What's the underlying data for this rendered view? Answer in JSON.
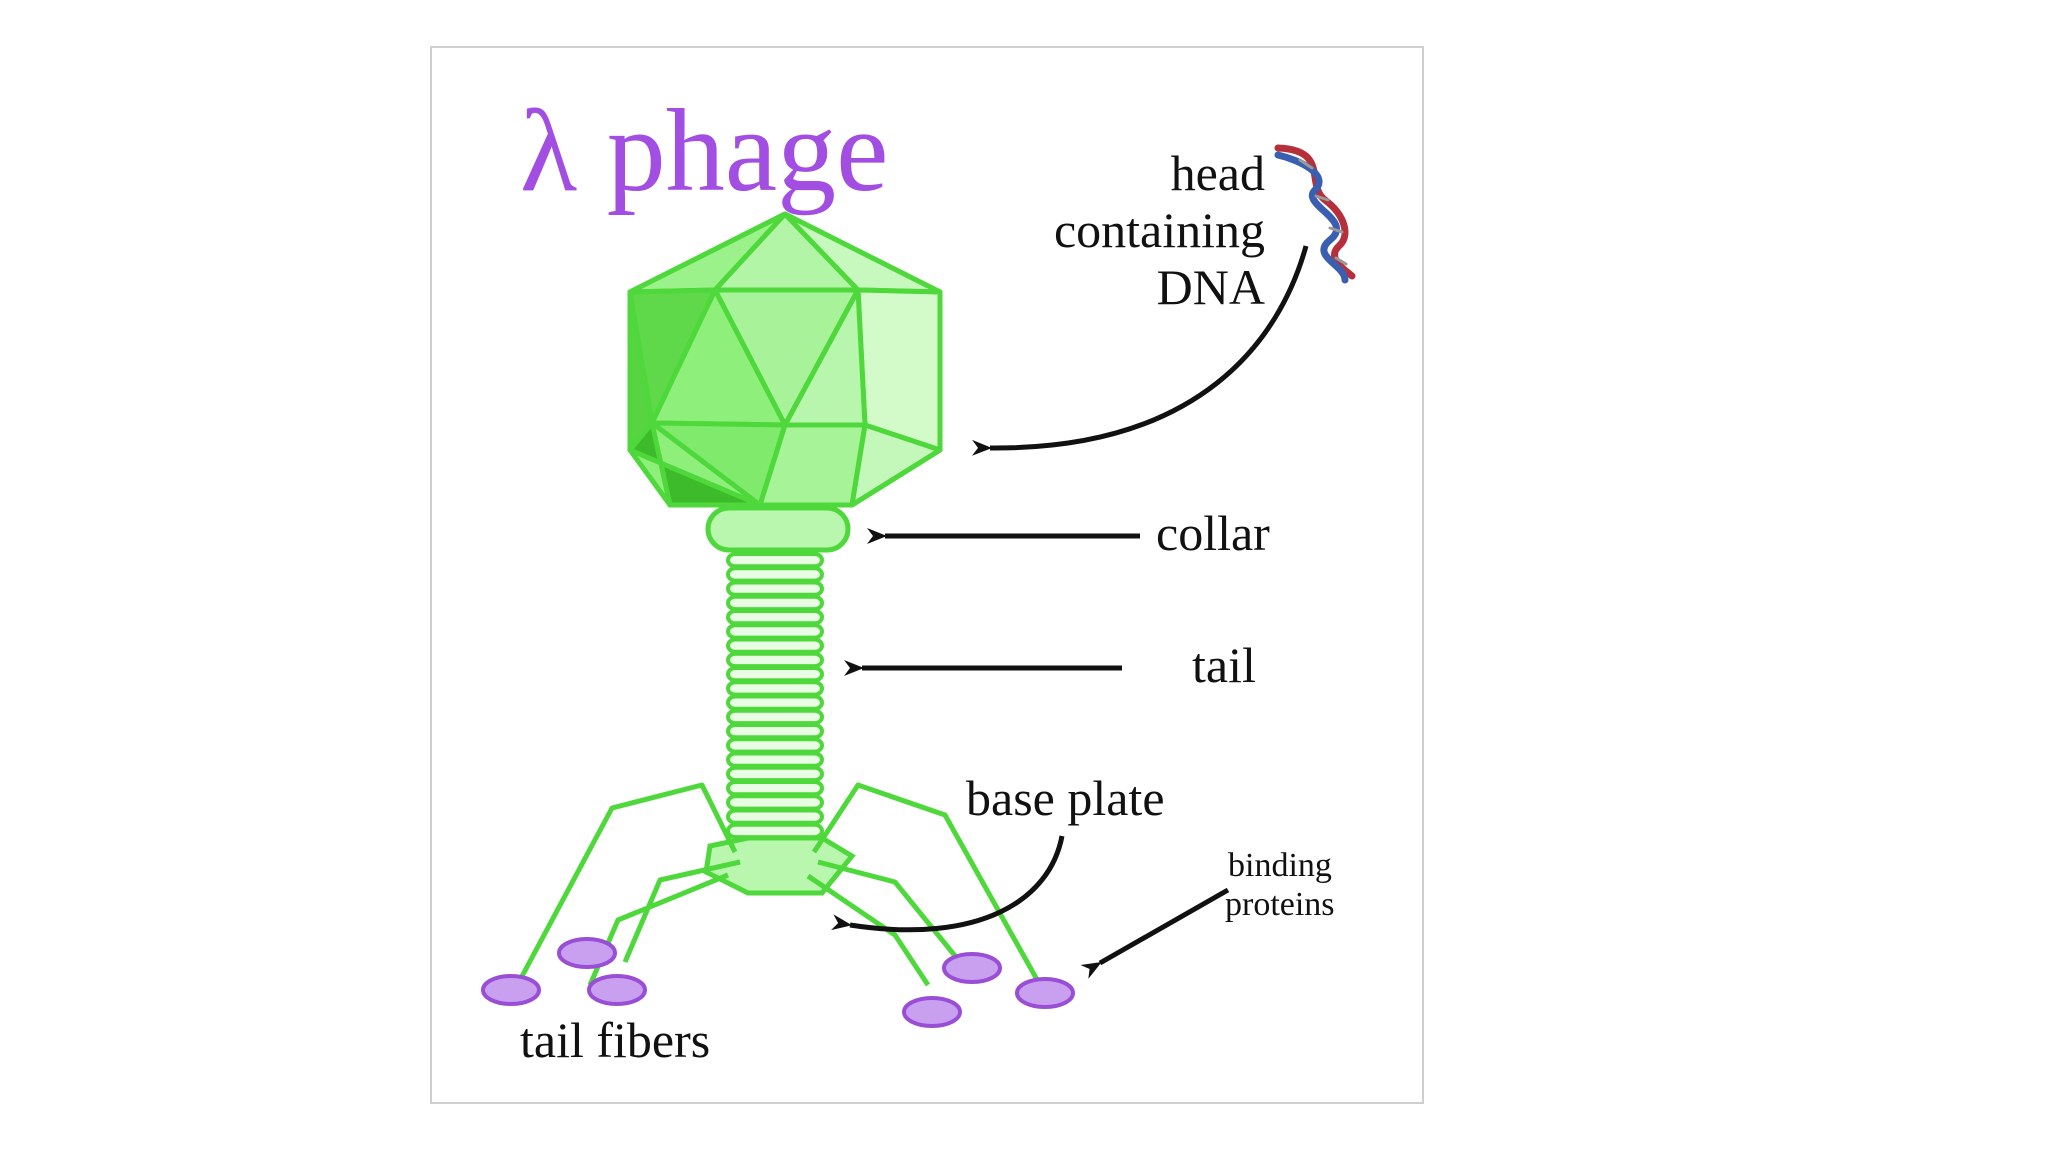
{
  "title": "λ phage",
  "labels": {
    "head_line1": "head",
    "head_line2": "containing",
    "head_line3": "DNA",
    "collar": "collar",
    "tail": "tail",
    "base_plate": "base plate",
    "binding_line1": "binding",
    "binding_line2": "proteins",
    "tail_fibers": "tail fibers"
  },
  "colors": {
    "title": "#a24ee2",
    "phage_fill": "#8ef07a",
    "phage_stroke": "#4fd83b",
    "fiber_tip": "#c9a0f0",
    "fiber_tip_stroke": "#9a4ed6",
    "dna_red": "#b5303a",
    "dna_blue": "#3a5fb0"
  },
  "icons": {
    "dna": "dna-helix-icon"
  }
}
